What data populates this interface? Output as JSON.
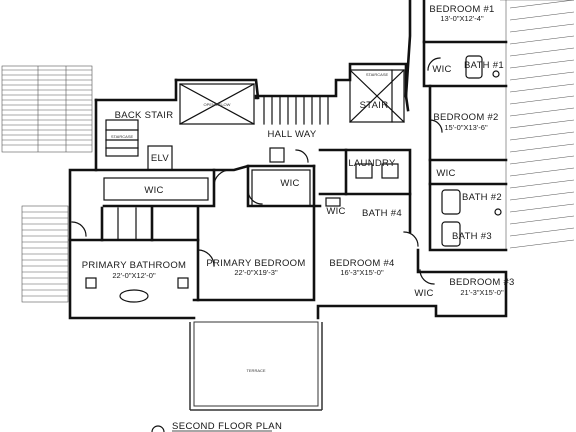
{
  "plan_title": "SECOND FLOOR PLAN",
  "rooms": {
    "bedroom1": {
      "name": "BEDROOM #1",
      "dims": "13'-0\"X12'-4\""
    },
    "wic_b1": {
      "name": "WIC"
    },
    "bath1": {
      "name": "BATH #1"
    },
    "bedroom2": {
      "name": "BEDROOM #2",
      "dims": "15'-0\"X13'-6\""
    },
    "wic_b2": {
      "name": "WIC"
    },
    "bath2": {
      "name": "BATH #2"
    },
    "bath3": {
      "name": "BATH #3"
    },
    "bedroom3": {
      "name": "BEDROOM #3",
      "dims": "21'-3\"X15'-0\""
    },
    "wic_b3": {
      "name": "WIC"
    },
    "bedroom4": {
      "name": "BEDROOM #4",
      "dims": "16'-3\"X15'-0\""
    },
    "wic_b4": {
      "name": "WIC"
    },
    "bath4": {
      "name": "BATH #4"
    },
    "laundry": {
      "name": "LAUNDRY"
    },
    "stair": {
      "name": "STAIR"
    },
    "hall": {
      "name": "HALL WAY"
    },
    "back_stair": {
      "name": "BACK STAIR"
    },
    "elev": {
      "name": "ELV"
    },
    "wic_primary": {
      "name": "WIC"
    },
    "wic_hall": {
      "name": "WIC"
    },
    "primary_bath": {
      "name": "PRIMARY BATHROOM",
      "dims": "22'-0\"X12'-0\""
    },
    "primary_bed": {
      "name": "PRIMARY BEDROOM",
      "dims": "22'-0\"X19'-3\""
    }
  },
  "notes": {
    "open_below": "OPEN BELOW",
    "staircase": "STAIRCASE",
    "staircase_back": "STAIRCASE",
    "terrace": "TERRACE"
  }
}
